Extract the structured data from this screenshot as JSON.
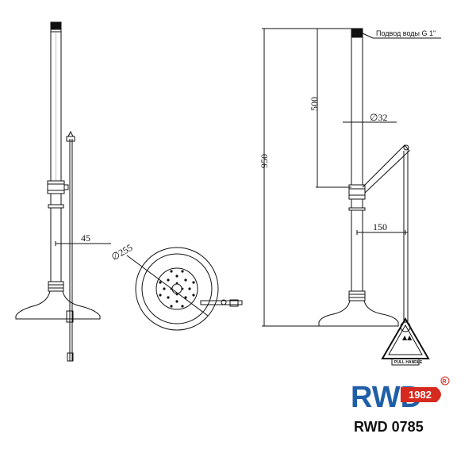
{
  "dimensions": {
    "pipe_length": "500",
    "total_height": "950",
    "pipe_diameter": "32",
    "handle_offset": "150",
    "side_offset": "45",
    "head_diameter": "255"
  },
  "labels": {
    "water_inlet": "Подвод воды G 1\"",
    "pull_handle": "PULL HANDLE",
    "diameter_symbol": "∅"
  },
  "logo": {
    "letters": "RWD",
    "year": "1982",
    "registered": "®",
    "color_blue": "#1f5fa8",
    "color_red": "#d62a1f"
  },
  "model": "RWD 0785"
}
